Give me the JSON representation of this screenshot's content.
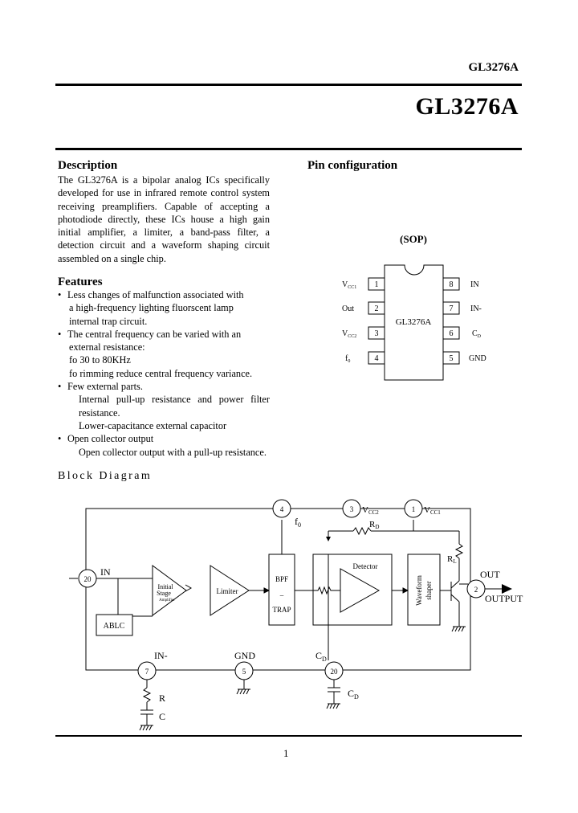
{
  "header": {
    "part_small": "GL3276A",
    "part_big": "GL3276A"
  },
  "description": {
    "heading": "Description",
    "text": "The GL3276A is a bipolar analog ICs specifically developed for use in infrared remote control system receiving preamplifiers. Capable of accepting a photodiode directly, these ICs house a high gain initial amplifier, a limiter, a band-pass filter, a detection circuit and a waveform shaping circuit assembled on a single chip."
  },
  "features": {
    "heading": "Features",
    "item1_l1": "Less changes of malfunction associated with",
    "item1_l2": "a high-frequency lighting fluorscent lamp",
    "item1_l3": "internal trap circuit.",
    "item2_l1": "The central frequency can be varied with an",
    "item2_l2": "external resistance:",
    "item2_l3": "fo  30 to 80KHz",
    "item2_l4": "fo rimming reduce central frequency variance.",
    "item3_l1": "Few external parts.",
    "item3_l2": "Internal pull-up resistance and power filter resistance.",
    "item3_l3": "Lower-capacitance external capacitor",
    "item4_l1": "Open collector output",
    "item4_l2": "Open collector output with a pull-up resistance."
  },
  "pin_config": {
    "heading": "Pin configuration",
    "package": "(SOP)",
    "chip_label": "GL3276A",
    "left_pins": [
      {
        "num": "1",
        "label": "V",
        "sub": "CC1"
      },
      {
        "num": "2",
        "label": "Out",
        "sub": ""
      },
      {
        "num": "3",
        "label": "V",
        "sub": "CC2"
      },
      {
        "num": "4",
        "label": "f",
        "sub": "0"
      }
    ],
    "right_pins": [
      {
        "num": "8",
        "label": "IN",
        "sub": ""
      },
      {
        "num": "7",
        "label": "IN-",
        "sub": ""
      },
      {
        "num": "6",
        "label": "C",
        "sub": "D"
      },
      {
        "num": "5",
        "label": "GND",
        "sub": ""
      }
    ]
  },
  "block_diagram": {
    "heading": "Block Diagram",
    "pins": {
      "in": "20",
      "in_minus": "7",
      "gnd": "5",
      "cd": "20",
      "f0": "4",
      "vcc2": "3",
      "vcc1": "1",
      "out": "2"
    },
    "labels": {
      "in": "IN",
      "in_minus": "IN-",
      "gnd": "GND",
      "cd": "C",
      "cd_sub": "D",
      "f0": "f",
      "f0_sub": "0",
      "vcc2": "V",
      "vcc2_sub": "CC2",
      "vcc1": "V",
      "vcc1_sub": "CC1",
      "rd": "R",
      "rd_sub": "D",
      "rl": "R",
      "rl_sub": "L",
      "out": "OUT",
      "output": "OUTPUT",
      "r": "R",
      "c": "C",
      "c_sub": "",
      "cd_cap": "C",
      "cd_cap_sub": "D"
    },
    "blocks": {
      "initial": [
        "Initial",
        "Stage",
        "Amplifier"
      ],
      "ablc": "ABLC",
      "limiter": "Limiter",
      "bpf": [
        "BPF",
        "–",
        "TRAP"
      ],
      "detector": "Detector",
      "waveform": [
        "Waveform",
        "shaper"
      ]
    }
  },
  "footer": {
    "page": "1"
  }
}
